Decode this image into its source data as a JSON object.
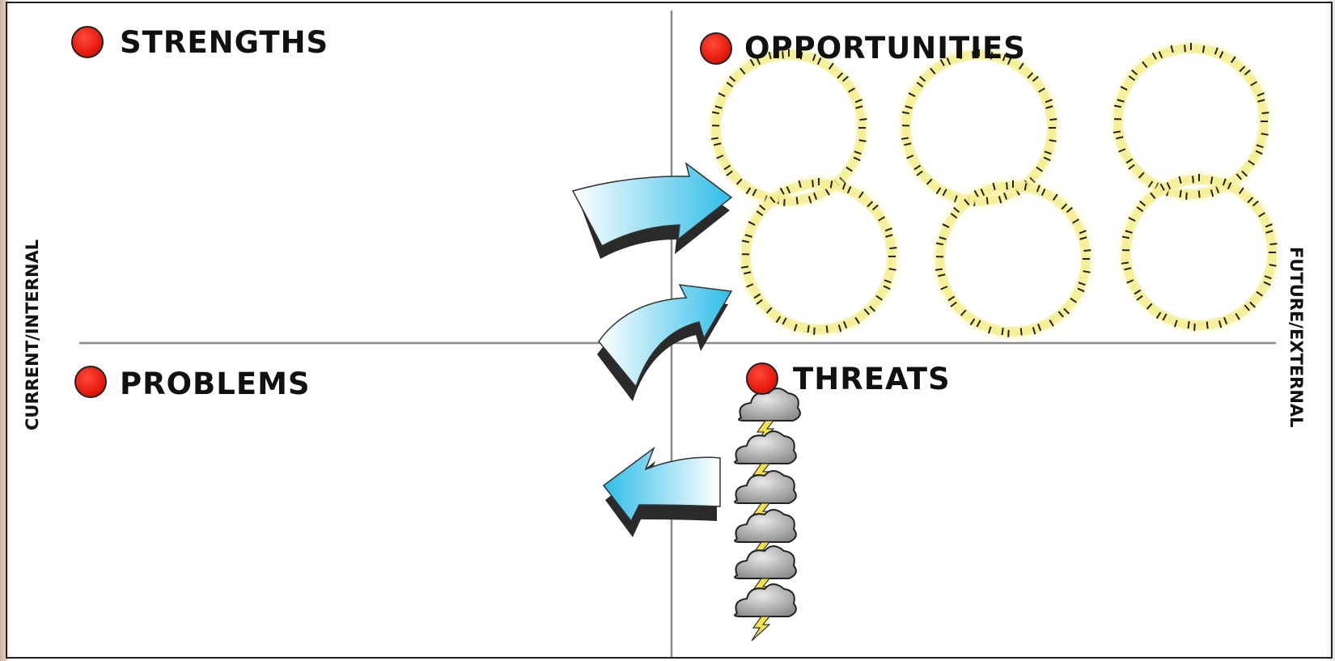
{
  "quadrants": {
    "strengths": "STRENGTHS",
    "opportunities": "OPPORTUNITIES",
    "problems": "PROBLEMS",
    "threats": "THREATS"
  },
  "axes": {
    "left": "CURRENT/INTERNAL",
    "right": "FUTURE/EXTERNAL"
  },
  "colors": {
    "dot": "#e81e10",
    "arrow_fill": "#3fc4f0",
    "sun_glow": "#f7f29a",
    "line": "#8a8a8a"
  },
  "icons": {
    "opportunity": "sun-circle-icon",
    "threat": "storm-cloud-icon",
    "arrow": "curved-arrow-icon"
  }
}
